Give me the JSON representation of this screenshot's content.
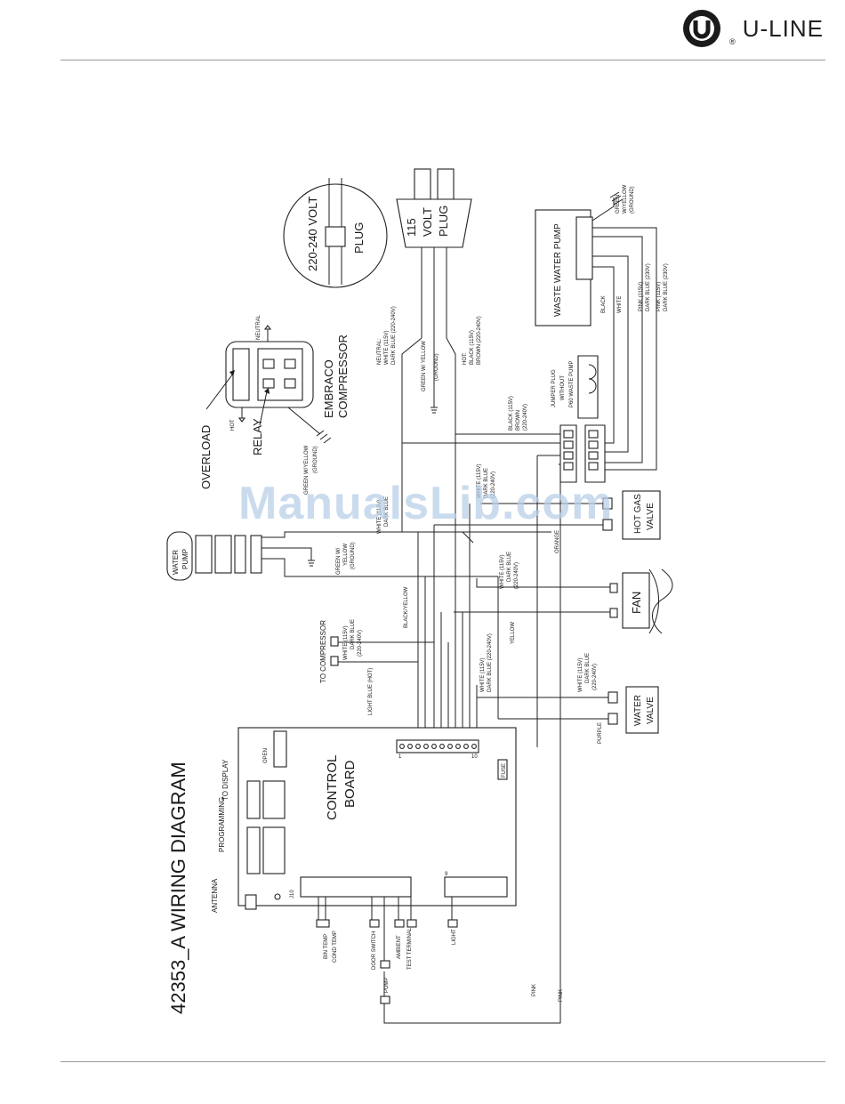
{
  "header": {
    "brand": "U-LINE",
    "registered": "®"
  },
  "diagram": {
    "title": "42353_A WIRING DIAGRAM",
    "labels": {
      "plug_220": "220-240 VOLT",
      "plug_220b": "PLUG",
      "plug_115a": "115",
      "plug_115b": "VOLT",
      "plug_115c": "PLUG",
      "neutral": "NEUTRAL",
      "hot": "HOT",
      "overload": "OVERLOAD",
      "relay": "RELAY",
      "embraco_a": "EMBRACO",
      "embraco_b": "COMPRESSOR",
      "green_yellow_ground": "GREEN W/YELLOW",
      "ground": "(GROUND)",
      "neutral_wire_a": "NEUTRAL:",
      "neutral_wire_b": "WHITE (115V)",
      "neutral_wire_c": "DARK BLUE (220-240V)",
      "plug_ground_a": "GREEN W/ YELLOW",
      "plug_ground_b": "(GROUND)",
      "hot_wire_a": "HOT:",
      "hot_wire_b": "BLACK (115V)",
      "hot_wire_c": "BROWN (220-240V)",
      "waste_pump": "WASTE WATER PUMP",
      "wp_ground_a": "GREEN",
      "wp_ground_b": "W/YELLOW",
      "wp_ground_c": "(GROUND)",
      "wp_pink_a": "PINK (115V)",
      "wp_pink_b": "DARK BLUE (230V)",
      "wp_pink_c": "PINK (115V)",
      "wp_pink_d": "DARK BLUE (230V)",
      "black": "BLACK",
      "white": "WHITE",
      "jumper_a": "JUMPER PLUG",
      "jumper_b": "WITHOUT",
      "jumper_c": "P60 WASTE PUMP",
      "bb_a": "BLACK (115V)",
      "bb_b": "BROWN",
      "bb_c": "(220-240V)",
      "wdb1_a": "WHITE (115V)",
      "wdb1_b": "DARK BLUE",
      "wdb1_c": "(220-240V)",
      "wdb2_a": "WHITE (115V)",
      "wdb2_b": "DARK BLUE",
      "wdb2_c": "(220-240V)",
      "wdb3_a": "WHITE (115V)",
      "wdb3_b": "DARK BLUE",
      "wdb3_c": "(220-240V)",
      "wdb4_a": "WHITE (115V)",
      "wdb4_b": "DARK BLUE (220-240V)",
      "wdb5_a": "WHITE (115V)",
      "wdb5_b": "DARK BLUE",
      "wdb5_c": "(220-240V)",
      "wdb6_a": "WHITE (115V)",
      "wdb6_b": "DARK BLUE",
      "wdb6_c": "(220-240V)",
      "water_pump_a": "WATER",
      "water_pump_b": "PUMP",
      "wp_gnd_a": "GREEN W/",
      "wp_gnd_b": "YELLOW",
      "wp_gnd_c": "(GROUND)",
      "black_yellow": "BLACK/YELLOW",
      "orange": "ORANGE",
      "yellow": "YELLOW",
      "purple": "PURPLE",
      "light_blue": "LIGHT BLUE (HOT)",
      "to_compressor": "TO COMPRESSOR",
      "hot_gas_a": "HOT GAS",
      "hot_gas_b": "VALVE",
      "fan": "FAN",
      "water_valve_a": "WATER",
      "water_valve_b": "VALVE",
      "control_a": "CONTROL",
      "control_b": "BOARD",
      "open": "OPEN",
      "fuse": "FUSE",
      "to_display": "TO DISPLAY",
      "programming": "PROGRAMMING",
      "antenna": "ANTENNA",
      "bin_temp": "BIN TEMP",
      "cond_temp": "COND TEMP",
      "door_switch": "DOOR SWITCH",
      "pump": "PUMP",
      "ambient": "AMBIENT",
      "test_terminal": "TEST TERMINAL",
      "light": "LIGHT",
      "pink_a": "PINK",
      "pink_b": "PINK",
      "pin_1": "1",
      "pin_10": "10",
      "pin_9": "9",
      "pin_j10": "J10"
    }
  },
  "watermark": "ManualsLib.com"
}
